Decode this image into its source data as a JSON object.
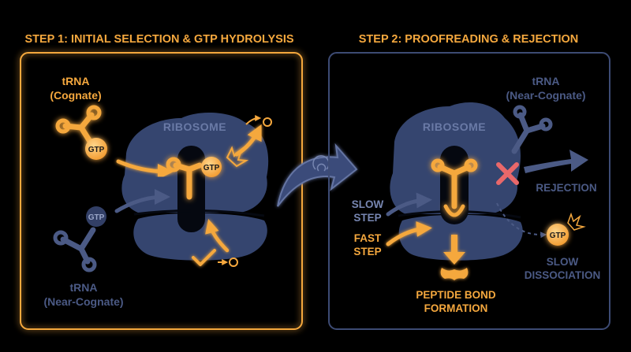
{
  "palette": {
    "background": "#000000",
    "orange": "#f5a83e",
    "orange_light": "#ffc46b",
    "slate": "#4b5a85",
    "slate_light": "#7786b1",
    "ribosome": "#35456f",
    "ribosome_text": "#6a7aa6",
    "red": "#e9686a"
  },
  "step1": {
    "title": "STEP 1: INITIAL SELECTION & GTP HYDROLYSIS",
    "ribosome_label": "RIBOSOME",
    "cognate_trna": {
      "line1": "tRNA",
      "line2": "(Cognate)"
    },
    "near_cognate_trna": {
      "line1": "tRNA",
      "line2": "(Near-Cognate)"
    },
    "gtp_cognate": "GTP",
    "gtp_near_cognate": "GTP",
    "gtp_bound": "GTP"
  },
  "step2": {
    "title": "STEP 2: PROOFREADING & REJECTION",
    "ribosome_label": "RIBOSOME",
    "near_cognate_trna": {
      "line1": "tRNA",
      "line2": "(Near-Cognate)"
    },
    "rejection": "REJECTION",
    "slow_step": {
      "line1": "SLOW",
      "line2": "STEP"
    },
    "fast_step": {
      "line1": "FAST",
      "line2": "STEP"
    },
    "peptide": {
      "line1": "PEPTIDE BOND",
      "line2": "FORMATION"
    },
    "gtp_released": "GTP",
    "slow_dissociation": {
      "line1": "SLOW",
      "line2": "DISSOCIATION"
    }
  }
}
